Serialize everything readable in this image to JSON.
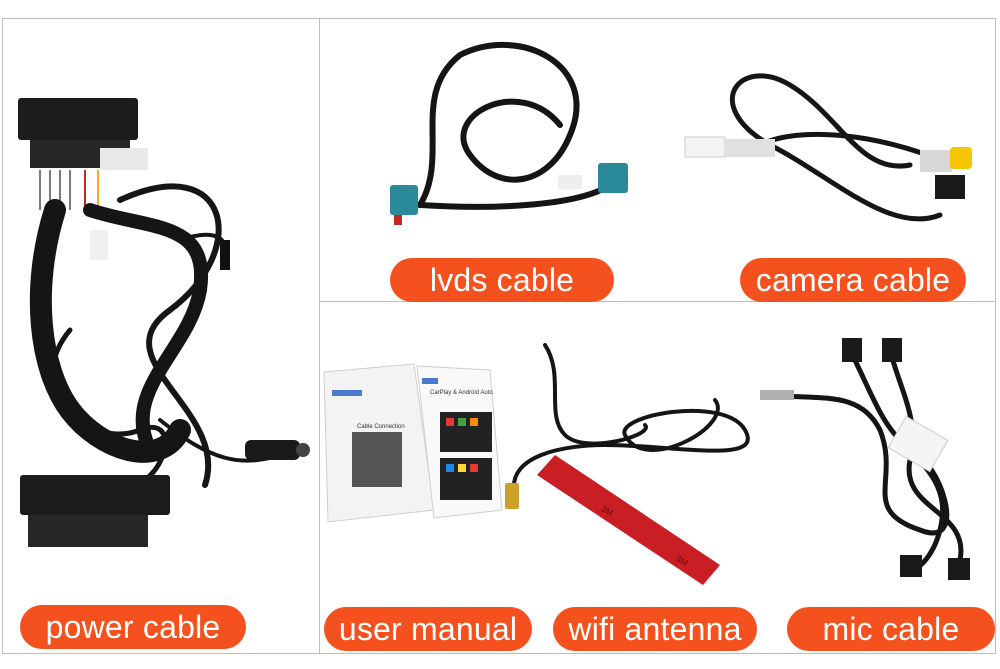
{
  "labels": {
    "power": "power cable",
    "lvds": "lvds cable",
    "camera": "camera cable",
    "manual": "user manual",
    "wifi": "wifi antenna",
    "mic": "mic cable"
  },
  "manual_text": {
    "left_page_title": "Cable Connection",
    "right_page_title": "CarPlay & Android Auto"
  },
  "antenna_brand": "3M",
  "colors": {
    "label_bg": "#f4511e",
    "label_text": "#ffffff",
    "cable": "#151515",
    "lvds_connector": "#2a8a9a",
    "antenna_body": "#c81e24",
    "border": "#bdbdbd"
  }
}
